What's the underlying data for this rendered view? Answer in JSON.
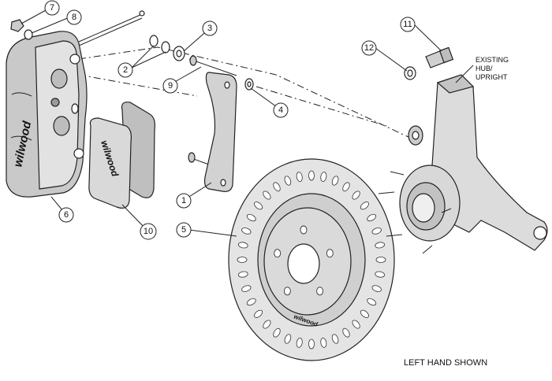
{
  "callouts": {
    "c1": "1",
    "c2": "2",
    "c3": "3",
    "c4": "4",
    "c5": "5",
    "c6": "6",
    "c7": "7",
    "c8": "8",
    "c9": "9",
    "c10": "10",
    "c11": "11",
    "c12": "12"
  },
  "labels": {
    "existing_line1": "EXISTING",
    "existing_line2": "HUB/",
    "existing_line3": "UPRIGHT",
    "caliper_logo": "wilwood",
    "pad_logo": "wilwood",
    "rotor_logo": "wilwood",
    "footer": "LEFT HAND SHOWN"
  },
  "colors": {
    "metal": "#d4d4d4",
    "metal_dark": "#a8a8a8",
    "line": "#222222"
  }
}
